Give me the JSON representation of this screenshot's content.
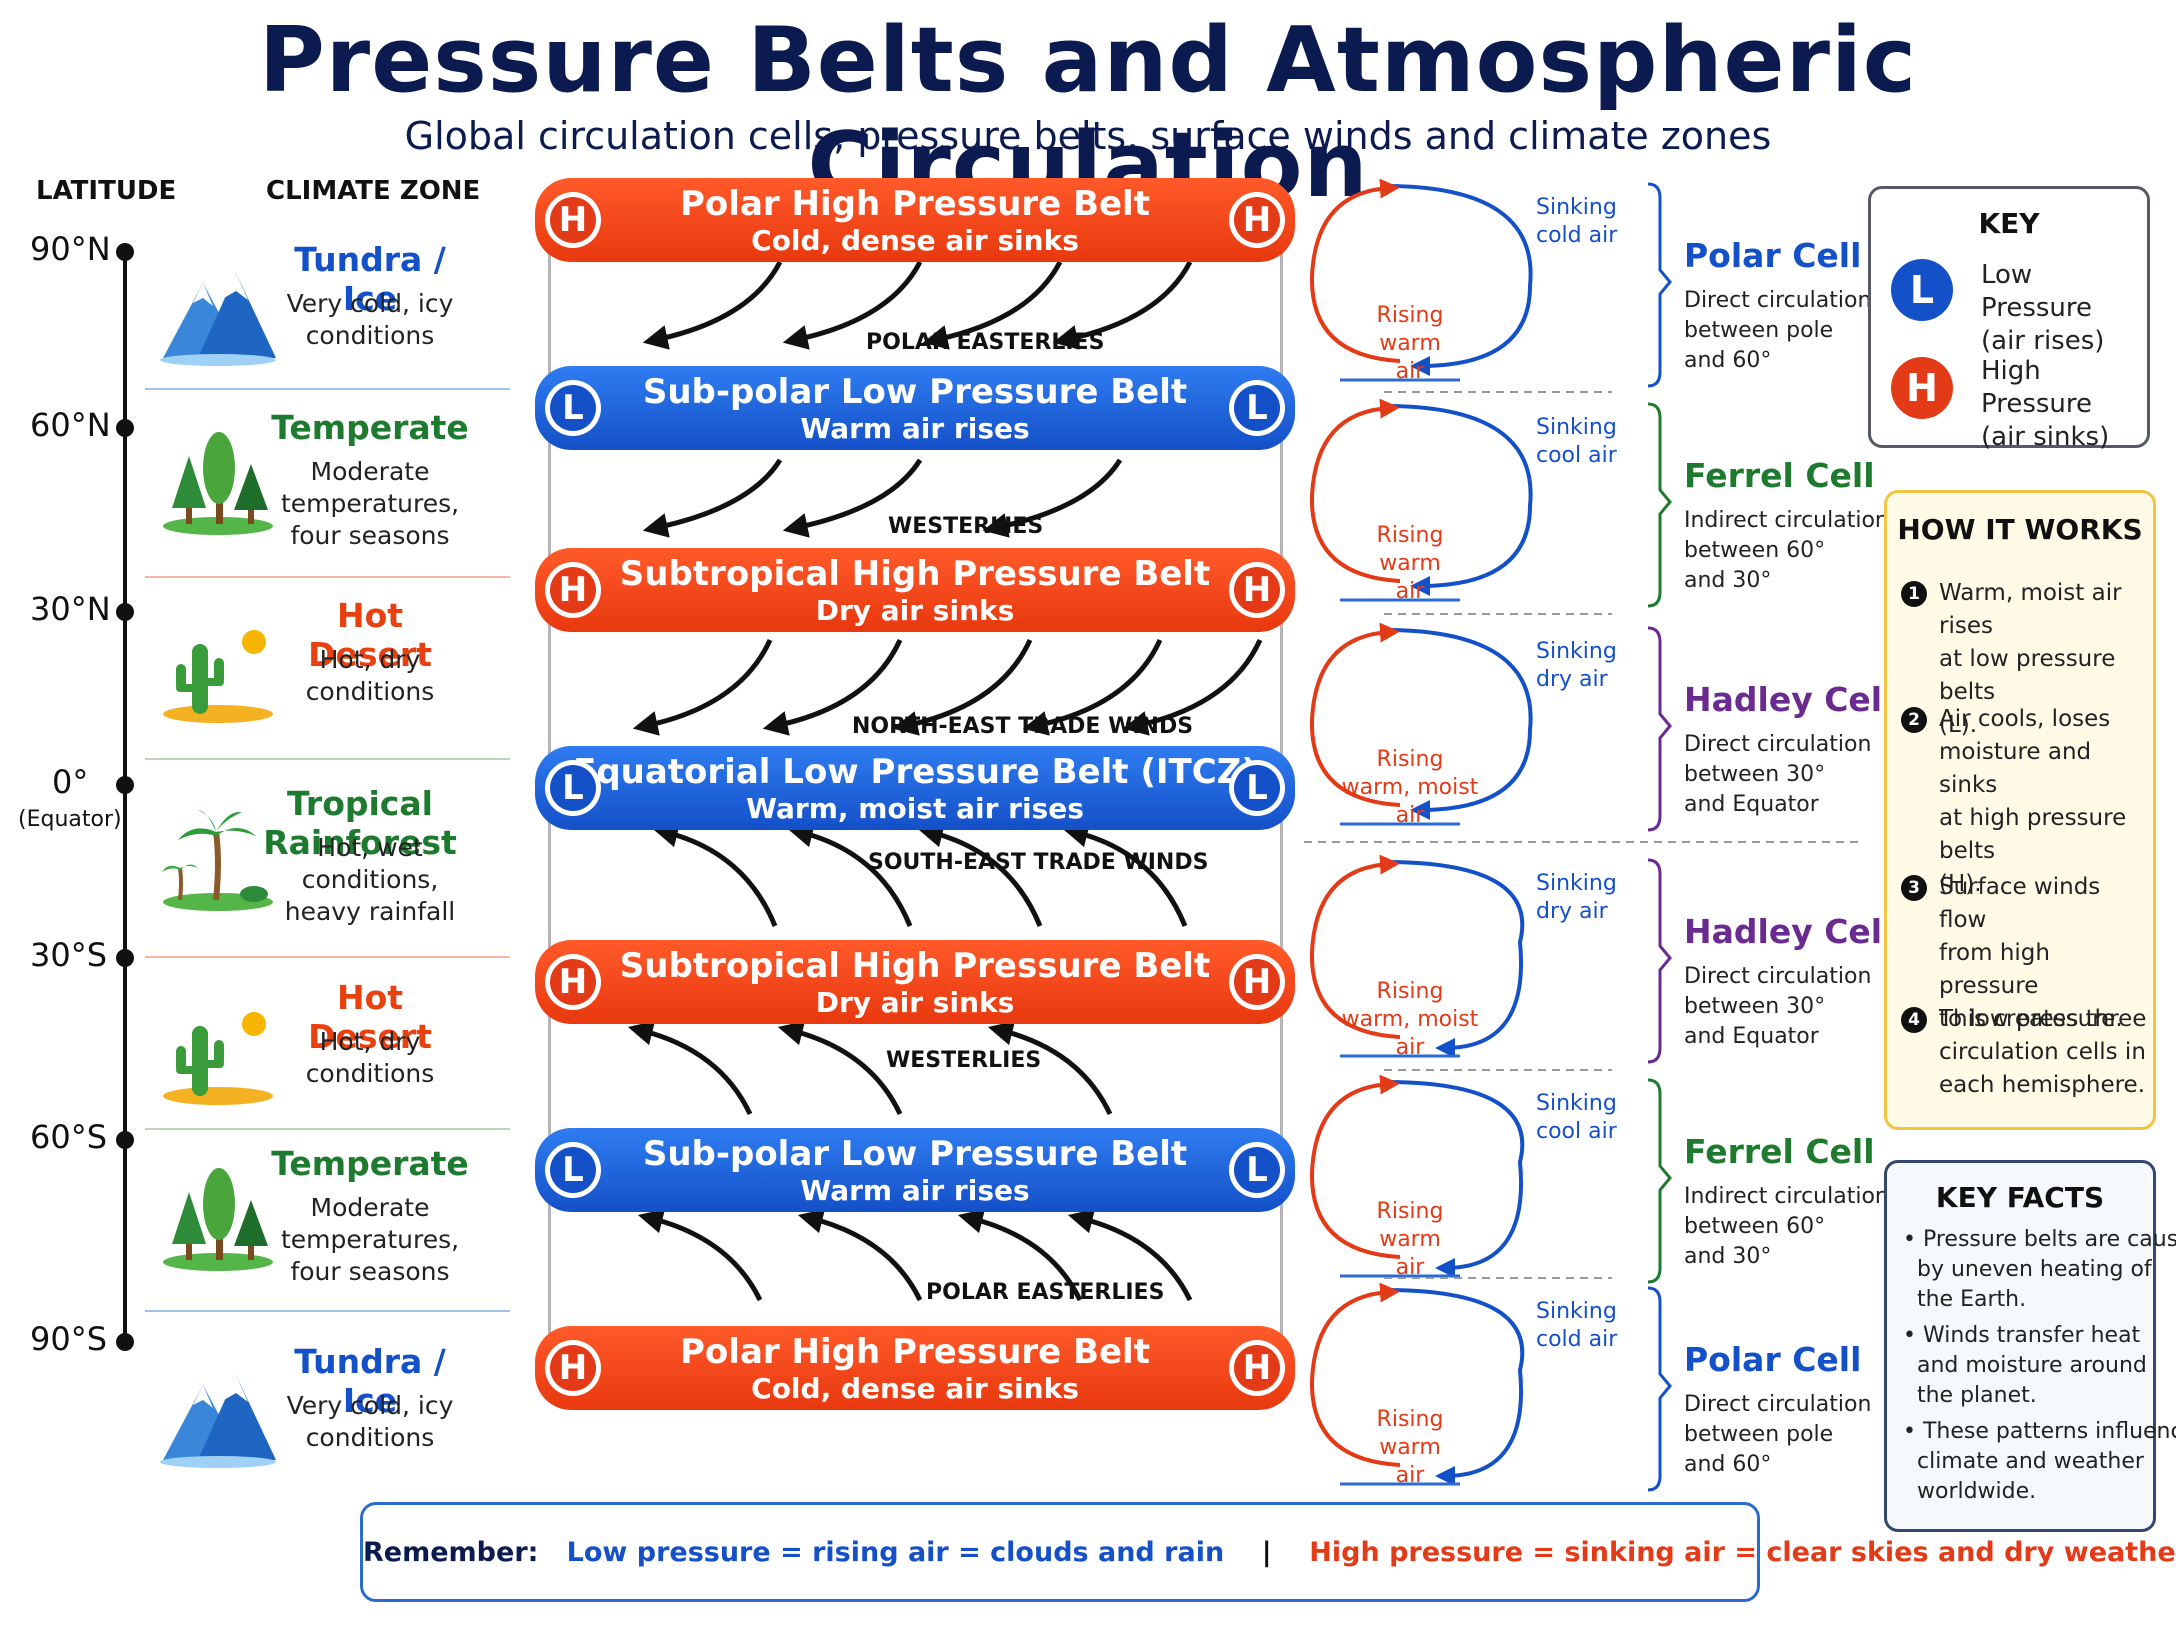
{
  "header": {
    "title": "Pressure Belts and Atmospheric Circulation",
    "subtitle": "Global circulation cells, pressure belts, surface winds and climate zones"
  },
  "columns": {
    "latitude": "LATITUDE",
    "climate_zone": "CLIMATE ZONE"
  },
  "latitudes": [
    {
      "label": "90°N"
    },
    {
      "label": "60°N"
    },
    {
      "label": "30°N"
    },
    {
      "label": "0°",
      "sub": "(Equator)"
    },
    {
      "label": "30°S"
    },
    {
      "label": "60°S"
    },
    {
      "label": "90°S"
    }
  ],
  "zones": [
    {
      "name": "Tundra / Ice",
      "desc": [
        "Very cold, icy",
        "conditions"
      ],
      "color": "#1450c8",
      "icon": "mountain-icon"
    },
    {
      "name": "Temperate",
      "desc": [
        "Moderate",
        "temperatures,",
        "four seasons"
      ],
      "color": "#1e7a2e",
      "icon": "tree-icon"
    },
    {
      "name": "Hot Desert",
      "desc": [
        "Hot, dry",
        "conditions"
      ],
      "color": "#e8400f",
      "icon": "cactus-icon"
    },
    {
      "name": "Tropical Rainforest",
      "desc": [
        "Hot, wet",
        "conditions,",
        "heavy rainfall"
      ],
      "color": "#1e7a2e",
      "icon": "palm-icon"
    },
    {
      "name": "Hot Desert",
      "desc": [
        "Hot, dry",
        "conditions"
      ],
      "color": "#e8400f",
      "icon": "cactus-icon"
    },
    {
      "name": "Temperate",
      "desc": [
        "Moderate",
        "temperatures,",
        "four seasons"
      ],
      "color": "#1e7a2e",
      "icon": "tree-icon"
    },
    {
      "name": "Tundra / Ice",
      "desc": [
        "Very cold, icy",
        "conditions"
      ],
      "color": "#1450c8",
      "icon": "mountain-icon"
    }
  ],
  "belts": [
    {
      "name": "Polar High Pressure Belt",
      "sub": "Cold, dense air sinks",
      "type": "H"
    },
    {
      "name": "Sub-polar Low Pressure Belt",
      "sub": "Warm air rises",
      "type": "L"
    },
    {
      "name": "Subtropical High Pressure Belt",
      "sub": "Dry air sinks",
      "type": "H"
    },
    {
      "name": "Equatorial Low Pressure Belt (ITCZ)",
      "sub": "Warm, moist air rises",
      "type": "L"
    },
    {
      "name": "Subtropical High Pressure Belt",
      "sub": "Dry air sinks",
      "type": "H"
    },
    {
      "name": "Sub-polar Low Pressure Belt",
      "sub": "Warm air rises",
      "type": "L"
    },
    {
      "name": "Polar High Pressure Belt",
      "sub": "Cold, dense air sinks",
      "type": "H"
    }
  ],
  "winds": [
    "POLAR EASTERLIES",
    "WESTERLIES",
    "NORTH-EAST TRADE WINDS",
    "SOUTH-EAST TRADE WINDS",
    "WESTERLIES",
    "POLAR EASTERLIES"
  ],
  "cells": [
    {
      "name": "Polar Cell",
      "color": "#1450c8",
      "desc": [
        "Direct circulation",
        "between pole",
        "and 60°"
      ],
      "sinking": [
        "Sinking",
        "cold air"
      ],
      "rising": [
        "Rising",
        "warm air"
      ]
    },
    {
      "name": "Ferrel Cell",
      "color": "#1e7a2e",
      "desc": [
        "Indirect circulation",
        "between 60°",
        "and 30°"
      ],
      "sinking": [
        "Sinking",
        "cool air"
      ],
      "rising": [
        "Rising",
        "warm air"
      ]
    },
    {
      "name": "Hadley Cell",
      "color": "#6a2a90",
      "desc": [
        "Direct circulation",
        "between 30°",
        "and Equator"
      ],
      "sinking": [
        "Sinking",
        "dry air"
      ],
      "rising": [
        "Rising",
        "warm, moist air"
      ]
    },
    {
      "name": "Hadley Cell",
      "color": "#6a2a90",
      "desc": [
        "Direct circulation",
        "between 30°",
        "and Equator"
      ],
      "sinking": [
        "Sinking",
        "dry air"
      ],
      "rising": [
        "Rising",
        "warm, moist air"
      ]
    },
    {
      "name": "Ferrel Cell",
      "color": "#1e7a2e",
      "desc": [
        "Indirect circulation",
        "between 60°",
        "and 30°"
      ],
      "sinking": [
        "Sinking",
        "cool air"
      ],
      "rising": [
        "Rising",
        "warm air"
      ]
    },
    {
      "name": "Polar Cell",
      "color": "#1450c8",
      "desc": [
        "Direct circulation",
        "between pole",
        "and 60°"
      ],
      "sinking": [
        "Sinking",
        "cold air"
      ],
      "rising": [
        "Rising",
        "warm air"
      ]
    }
  ],
  "key": {
    "title": "KEY",
    "low": {
      "letter": "L",
      "lines": [
        "Low Pressure",
        "(air rises)"
      ]
    },
    "high": {
      "letter": "H",
      "lines": [
        "High Pressure",
        "(air sinks)"
      ]
    }
  },
  "how_it_works": {
    "title": "HOW IT WORKS",
    "steps": [
      {
        "num": "1",
        "lines": [
          "Warm, moist air rises",
          "at low pressure belts",
          "(L)."
        ]
      },
      {
        "num": "2",
        "lines": [
          "Air cools, loses",
          "moisture and sinks",
          "at high pressure belts",
          "(H)."
        ]
      },
      {
        "num": "3",
        "lines": [
          "Surface winds flow",
          "from high pressure",
          "to low pressure."
        ]
      },
      {
        "num": "4",
        "lines": [
          "This creates three",
          "circulation cells in",
          "each hemisphere."
        ]
      }
    ]
  },
  "key_facts": {
    "title": "KEY FACTS",
    "facts": [
      [
        "• Pressure belts are caused",
        "  by uneven heating of",
        "  the Earth."
      ],
      [
        "• Winds transfer heat",
        "  and moisture around",
        "  the planet."
      ],
      [
        "• These patterns influence",
        "  climate and weather",
        "  worldwide."
      ]
    ]
  },
  "remember": {
    "label": "Remember:",
    "low": "Low pressure = rising air = clouds and rain",
    "sep": "|",
    "high": "High pressure = sinking air = clear skies and dry weather"
  },
  "colors": {
    "high": "#e33a17",
    "low": "#1450c8",
    "title": "#0b1a4f"
  }
}
